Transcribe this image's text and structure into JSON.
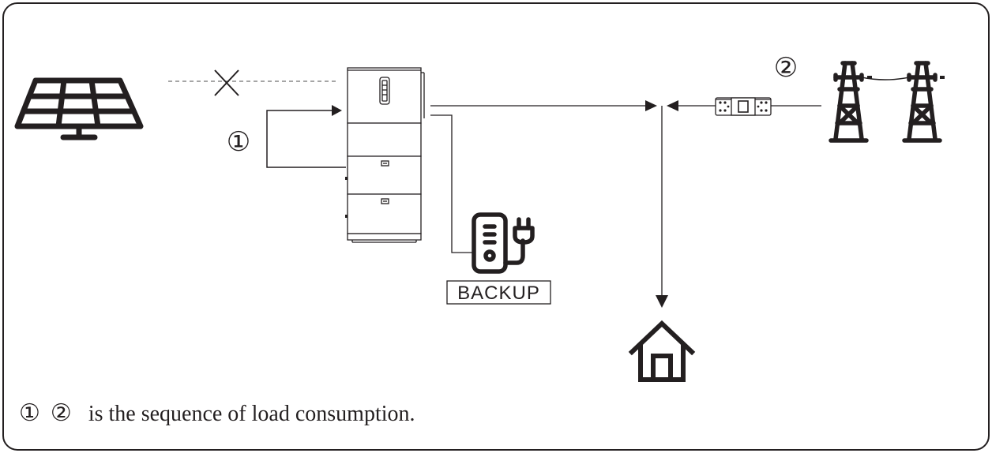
{
  "markers": {
    "step_one": "①",
    "step_two": "②",
    "blocked": "×"
  },
  "backup_label": "BACKUP",
  "caption": {
    "step_one": "①",
    "step_two": "②",
    "text": "is the sequence of load consumption."
  },
  "icons": {
    "solar": "solar-panel-icon",
    "battery": "battery-inverter-icon",
    "meter": "smart-meter-icon",
    "grid": "power-tower-icon",
    "backup": "backup-load-icon",
    "home": "house-icon"
  },
  "colors": {
    "line": "#231f20",
    "dashed_line": "#888888",
    "background": "#ffffff"
  }
}
